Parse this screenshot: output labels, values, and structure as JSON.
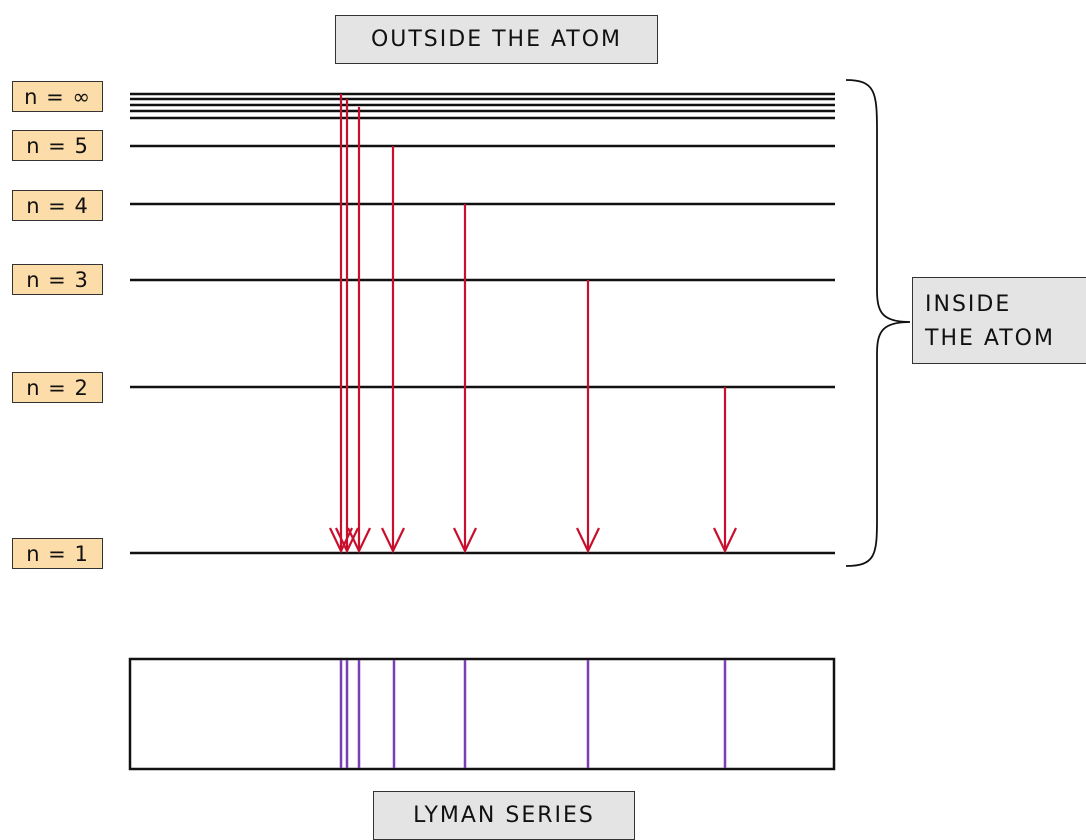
{
  "top_label": "OUTSIDE THE ATOM",
  "side_label": [
    "INSIDE",
    "THE ATOM"
  ],
  "bottom_label": "LYMAN SERIES",
  "levels": [
    {
      "label": "n = ∞"
    },
    {
      "label": "n = 5"
    },
    {
      "label": "n = 4"
    },
    {
      "label": "n = 3"
    },
    {
      "label": "n = 2"
    },
    {
      "label": "n = 1"
    }
  ],
  "colors": {
    "level_line": "#111111",
    "transition_arrow": "#c8102e",
    "spectral_line": "#7b3fb5",
    "label_box": "#fcdca9",
    "title_box": "#e4e4e4"
  }
}
